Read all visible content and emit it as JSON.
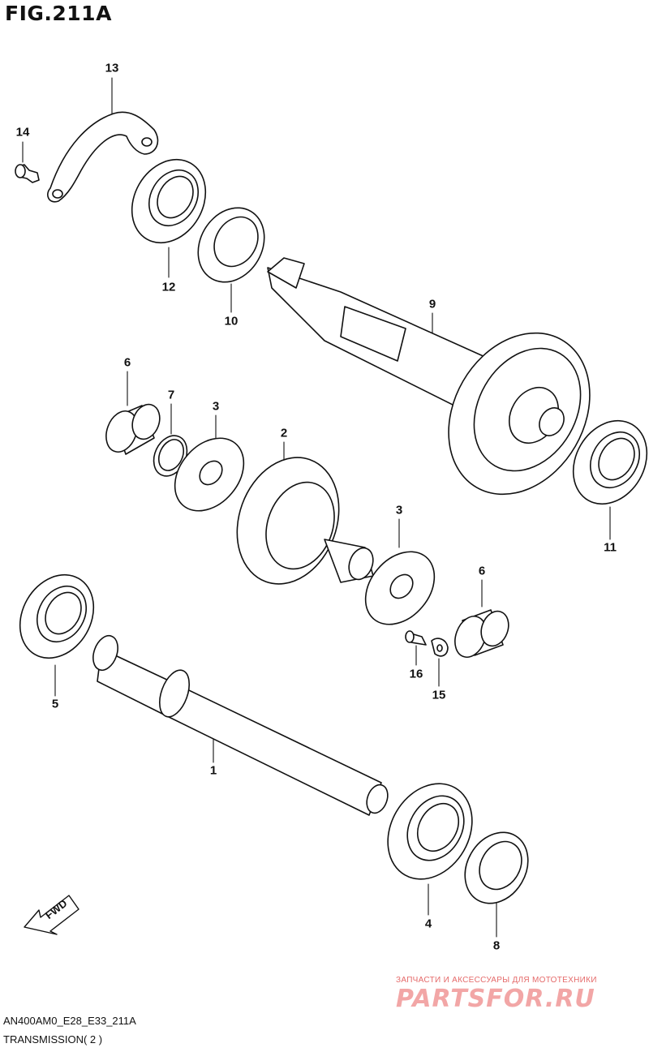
{
  "figure": {
    "title": "FIG.211A"
  },
  "callouts": [
    {
      "id": "13",
      "label": "13"
    },
    {
      "id": "14",
      "label": "14"
    },
    {
      "id": "12",
      "label": "12"
    },
    {
      "id": "10",
      "label": "10"
    },
    {
      "id": "9",
      "label": "9"
    },
    {
      "id": "6a",
      "label": "6"
    },
    {
      "id": "7",
      "label": "7"
    },
    {
      "id": "3a",
      "label": "3"
    },
    {
      "id": "2",
      "label": "2"
    },
    {
      "id": "11",
      "label": "11"
    },
    {
      "id": "3b",
      "label": "3"
    },
    {
      "id": "6b",
      "label": "6"
    },
    {
      "id": "5",
      "label": "5"
    },
    {
      "id": "16",
      "label": "16"
    },
    {
      "id": "15",
      "label": "15"
    },
    {
      "id": "1",
      "label": "1"
    },
    {
      "id": "4",
      "label": "4"
    },
    {
      "id": "8",
      "label": "8"
    }
  ],
  "fwd_arrow": {
    "label": "FWD"
  },
  "footer": {
    "code": "AN400AM0_E28_E33_211A",
    "name": "TRANSMISSION( 2 )"
  },
  "watermark": {
    "tagline": "ЗАПЧАСТИ И АКСЕССУАРЫ ДЛЯ МОТОТЕХНИКИ",
    "logo": "PARTSFOR.RU"
  }
}
